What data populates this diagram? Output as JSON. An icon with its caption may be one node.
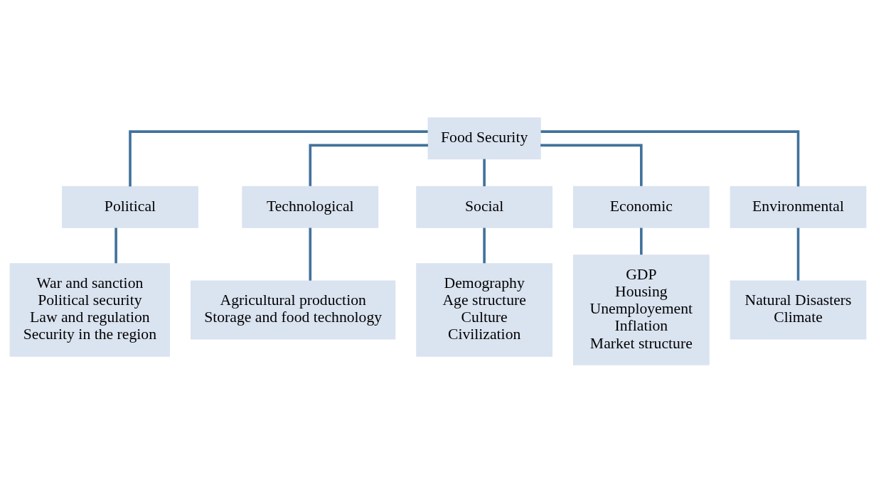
{
  "diagram": {
    "nodes": [
      {
        "text": [
          "Food Security"
        ]
      },
      {
        "text": [
          "Political"
        ]
      },
      {
        "text": [
          "Technological"
        ]
      },
      {
        "text": [
          "Social"
        ]
      },
      {
        "text": [
          "Economic"
        ]
      },
      {
        "text": [
          "Environmental"
        ]
      },
      {
        "text": [
          "War and sanction",
          "Political security",
          "Law and regulation",
          "Security in the region"
        ]
      },
      {
        "text": [
          "Agricultural production",
          "Storage and food technology"
        ]
      },
      {
        "text": [
          "Demography",
          "Age structure",
          "Culture",
          "Civilization"
        ]
      },
      {
        "text": [
          "GDP",
          "Housing",
          "Unemployement",
          "Inflation",
          "Market structure"
        ]
      },
      {
        "text": [
          "Natural Disasters",
          "Climate"
        ]
      }
    ],
    "edges": [
      {
        "from": 0,
        "to": 1,
        "arrow": "none"
      },
      {
        "from": 0,
        "to": 2,
        "arrow": "none"
      },
      {
        "from": 0,
        "to": 3,
        "arrow": "none"
      },
      {
        "from": 0,
        "to": 4,
        "arrow": "none"
      },
      {
        "from": 0,
        "to": 5,
        "arrow": "none"
      },
      {
        "from": 1,
        "to": 6,
        "arrow": "none"
      },
      {
        "from": 2,
        "to": 7,
        "arrow": "none"
      },
      {
        "from": 3,
        "to": 8,
        "arrow": "none"
      },
      {
        "from": 4,
        "to": 9,
        "arrow": "none"
      },
      {
        "from": 5,
        "to": 10,
        "arrow": "none"
      }
    ]
  }
}
